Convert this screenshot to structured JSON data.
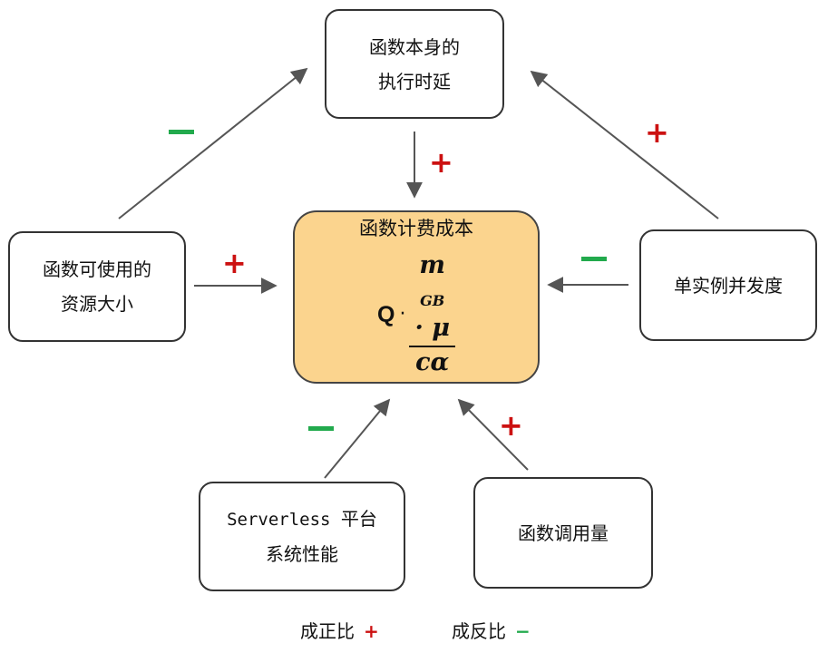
{
  "nodes": {
    "exec_latency": [
      "函数本身的",
      "执行时延"
    ],
    "center_title": "函数计费成本",
    "formula": {
      "q": "Q",
      "dot": "·",
      "numerator_main": "m",
      "numerator_sub": "GB",
      "numerator_rest": " · μ",
      "denominator": "cα"
    },
    "resources": [
      "函数可使用的",
      "资源大小"
    ],
    "concurrency": "单实例并发度",
    "platform": [
      "Serverless 平台",
      "系统性能"
    ],
    "invocations": "函数调用量"
  },
  "signs": {
    "plus": "+",
    "minus": "−"
  },
  "legend": {
    "positive_label": "成正比",
    "positive_sign": "+",
    "negative_label": "成反比",
    "negative_sign": "−"
  },
  "colors": {
    "center_fill": "#fbd48e",
    "plus": "#cc1111",
    "minus": "#22aa4d",
    "arrow": "#555555"
  }
}
